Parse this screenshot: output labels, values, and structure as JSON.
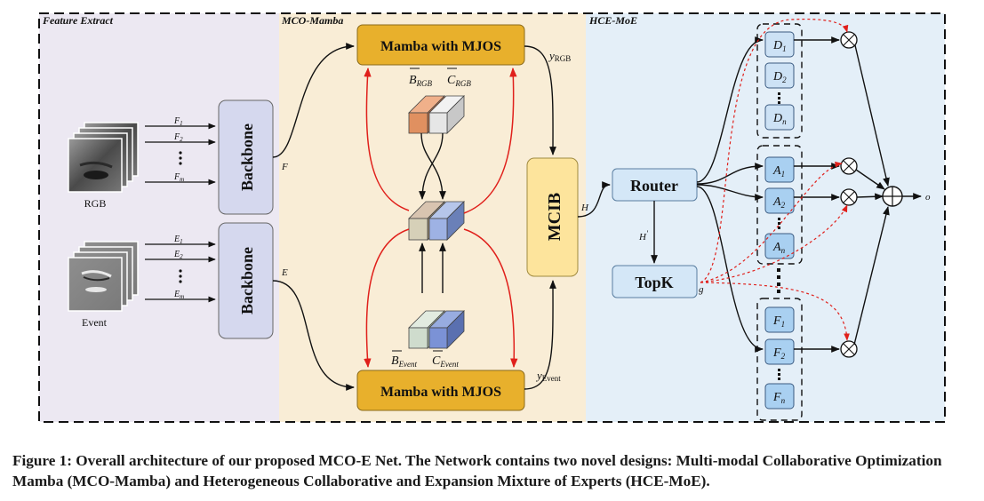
{
  "sections": {
    "feature_extract": "Feature Extract",
    "mco_mamba": "MCO-Mamba",
    "hce_moe": "HCE-MoE"
  },
  "inputs": {
    "rgb_label": "RGB",
    "event_label": "Event",
    "rgb_features": [
      "F",
      "1",
      "F",
      "2",
      "F",
      "m"
    ],
    "event_features": [
      "E",
      "1",
      "E",
      "2",
      "E",
      "m"
    ]
  },
  "backbone": {
    "top": "Backbone",
    "bottom": "Backbone"
  },
  "signals": {
    "F": "F",
    "E": "E",
    "H": "H",
    "H_prime": "H",
    "H_prime_mark": "′",
    "g": "g",
    "o": "o"
  },
  "mamba": {
    "top": "Mamba with MJOS",
    "bottom": "Mamba with MJOS",
    "y_rgb_base": "y",
    "y_rgb_sub": "RGB",
    "y_event_base": "y",
    "y_event_sub": "Event",
    "b_rgb_base": "B",
    "b_rgb_sub": "RGB",
    "c_rgb_base": "C",
    "c_rgb_sub": "RGB",
    "b_event_base": "B",
    "b_event_sub": "Event",
    "c_event_base": "C",
    "c_event_sub": "Event"
  },
  "mcib": "MCIB",
  "router": "Router",
  "topk": "TopK",
  "experts": {
    "d": {
      "base": "D",
      "subs": [
        "1",
        "2",
        "n"
      ]
    },
    "a": {
      "base": "A",
      "subs": [
        "1",
        "2",
        "n"
      ]
    },
    "f": {
      "base": "F",
      "subs": [
        "1",
        "2",
        "n"
      ]
    }
  },
  "colors": {
    "feature_bg": "#ece8f2",
    "mco_bg": "#f9edd6",
    "hce_bg": "#e4eff8",
    "backbone": "#d5d8ee",
    "mamba": "#e8b02c",
    "mcib": "#fde49c",
    "router": "#d4e7f7",
    "expert": "#a9d0f1",
    "red": "#e0201b"
  },
  "caption": "Figure 1: Overall architecture of our proposed MCO-E Net. The Network contains two novel designs: Multi-modal Collaborative Optimization Mamba (MCO-Mamba) and Heterogeneous Collaborative and Expansion Mixture of Experts (HCE-MoE)."
}
